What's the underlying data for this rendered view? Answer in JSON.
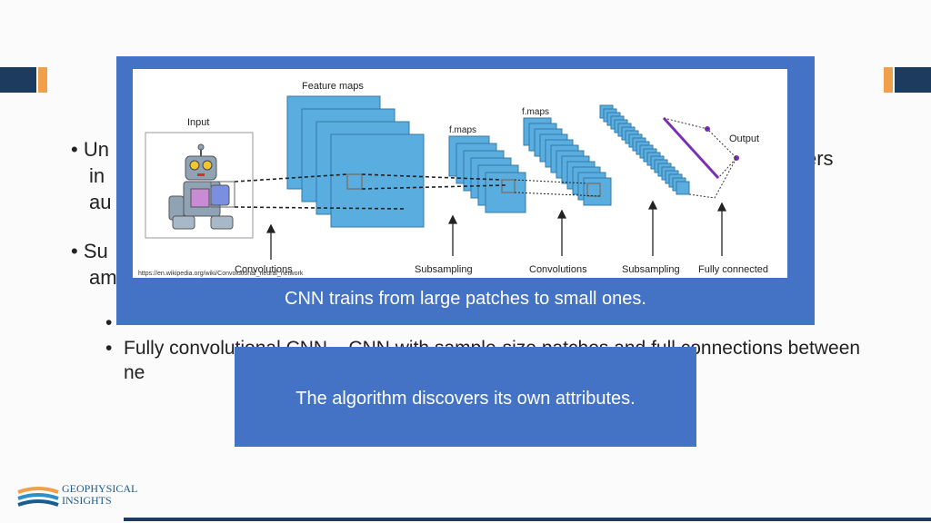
{
  "slide": {
    "bullets": [
      {
        "text_left": "Un",
        "text_right": "ers",
        "line2": "in",
        "line3": "au"
      },
      {
        "text_left": "Su",
        "line2": "am"
      }
    ],
    "sub_bullets": [
      {
        "text": ""
      },
      {
        "text": "Fully convolutional CNN – CNN with sample-size patches and full connections between ne"
      }
    ]
  },
  "figure": {
    "labels": {
      "input": "Input",
      "feature_maps": "Feature maps",
      "fmaps1": "f.maps",
      "fmaps2": "f.maps",
      "output": "Output",
      "convolutions1": "Convolutions",
      "subsampling1": "Subsampling",
      "convolutions2": "Convolutions",
      "subsampling2": "Subsampling",
      "fully_connected": "Fully connected",
      "source": "https://en.wikipedia.org/wiki/Convolutional_neural_network"
    }
  },
  "captions": {
    "cnn": "CNN trains from large patches to small ones.",
    "algorithm": "The algorithm discovers its own attributes."
  },
  "logo": {
    "line1": "GEOPHYSICAL",
    "line2": "INSIGHTS"
  },
  "colors": {
    "panel_blue": "#4472c4",
    "navy": "#1c3b5e",
    "accent_orange": "#f0a04b",
    "map_blue": "#5aaedf"
  }
}
